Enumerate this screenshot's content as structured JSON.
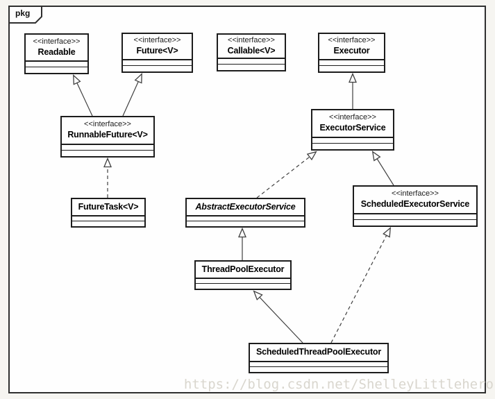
{
  "frame": {
    "label": "pkg"
  },
  "watermark": "https://blog.csdn.net/ShelleyLittlehero",
  "classes": {
    "readable": {
      "stereotype": "<<interface>>",
      "name": "Readable"
    },
    "future": {
      "stereotype": "<<interface>>",
      "name": "Future<V>"
    },
    "callable": {
      "stereotype": "<<interface>>",
      "name": "Callable<V>"
    },
    "executor": {
      "stereotype": "<<interface>>",
      "name": "Executor"
    },
    "runnable_future": {
      "stereotype": "<<interface>>",
      "name": "RunnableFuture<V>"
    },
    "executor_service": {
      "stereotype": "<<interface>>",
      "name": "ExecutorService"
    },
    "future_task": {
      "name": "FutureTask<V>"
    },
    "abstract_executor_service": {
      "name": "AbstractExecutorService",
      "abstract": true
    },
    "scheduled_executor_service": {
      "stereotype": "<<interface>>",
      "name": "ScheduledExecutorService"
    },
    "thread_pool_executor": {
      "name": "ThreadPoolExecutor"
    },
    "scheduled_thread_pool_executor": {
      "name": "ScheduledThreadPoolExecutor"
    }
  },
  "relationships": [
    {
      "from": "RunnableFuture<V>",
      "to": "Readable",
      "type": "generalization"
    },
    {
      "from": "RunnableFuture<V>",
      "to": "Future<V>",
      "type": "generalization"
    },
    {
      "from": "FutureTask<V>",
      "to": "RunnableFuture<V>",
      "type": "realization"
    },
    {
      "from": "ExecutorService",
      "to": "Executor",
      "type": "generalization"
    },
    {
      "from": "AbstractExecutorService",
      "to": "ExecutorService",
      "type": "realization"
    },
    {
      "from": "ScheduledExecutorService",
      "to": "ExecutorService",
      "type": "generalization"
    },
    {
      "from": "ThreadPoolExecutor",
      "to": "AbstractExecutorService",
      "type": "generalization"
    },
    {
      "from": "ScheduledThreadPoolExecutor",
      "to": "ThreadPoolExecutor",
      "type": "generalization"
    },
    {
      "from": "ScheduledThreadPoolExecutor",
      "to": "ScheduledExecutorService",
      "type": "realization"
    }
  ],
  "colors": {
    "box_border": "#1c1c1c",
    "line": "#3f3f3f",
    "watermark": "#d9d6ce",
    "background": "#fefefe"
  }
}
